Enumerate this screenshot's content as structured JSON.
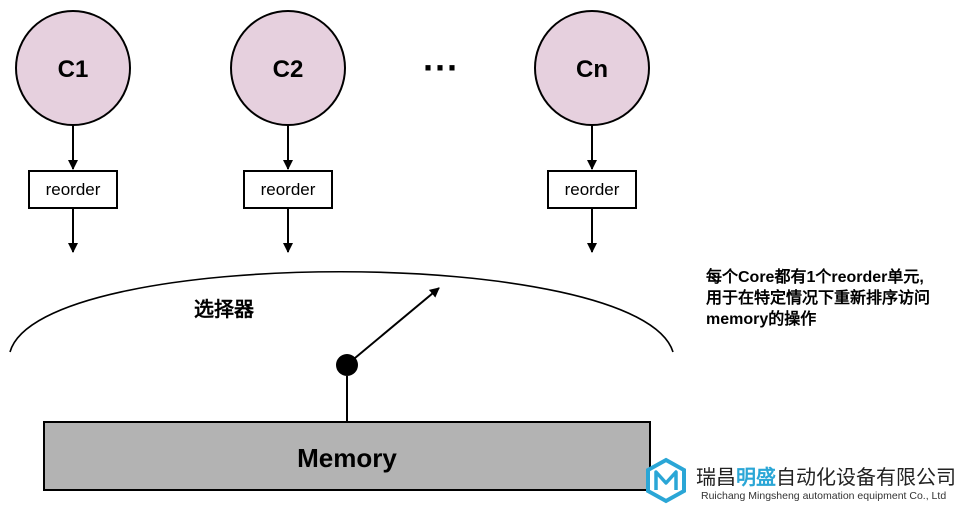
{
  "cores": [
    {
      "label": "C1",
      "reorder": "reorder"
    },
    {
      "label": "C2",
      "reorder": "reorder"
    },
    {
      "label": "Cn",
      "reorder": "reorder"
    }
  ],
  "ellipsis": "···",
  "selector": {
    "label": "选择器"
  },
  "memory": {
    "label": "Memory"
  },
  "note": {
    "lines": [
      "每个Core都有1个reorder单元,",
      "用于在特定情况下重新排序访问",
      "memory的操作"
    ]
  },
  "watermark": {
    "cn_prefix": "瑞昌",
    "cn_accent": "明盛",
    "cn_suffix": "自动化设备有限公司",
    "en": "Ruichang Mingsheng automation equipment Co., Ltd"
  },
  "colors": {
    "core_fill": "#e6d0de",
    "memory_fill": "#b3b3b3",
    "accent": "#2aa6d6"
  }
}
